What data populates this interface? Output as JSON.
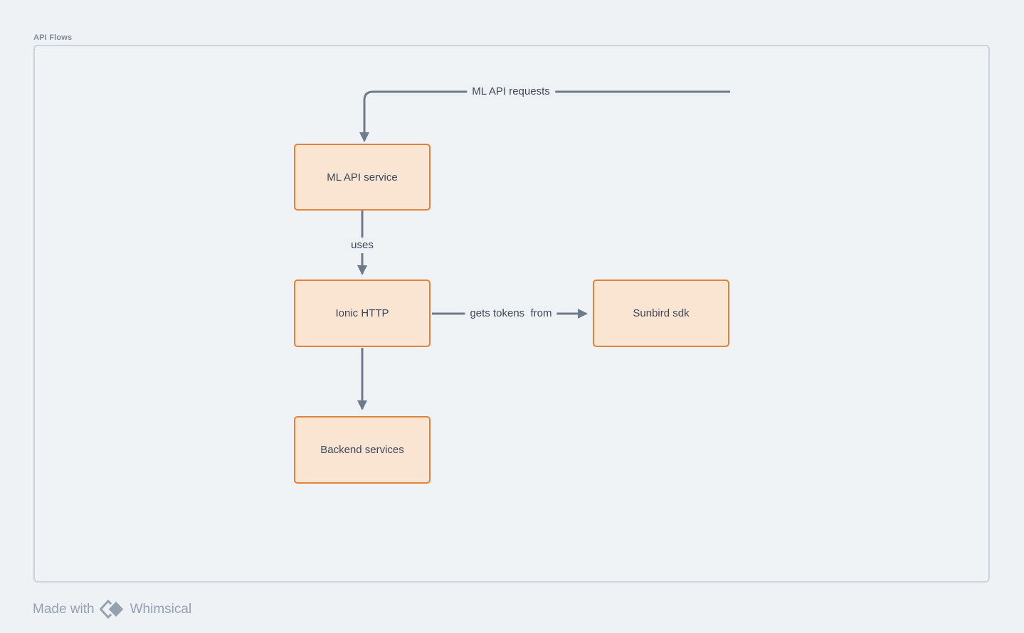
{
  "canvas": {
    "frame_label": "API Flows"
  },
  "nodes": [
    {
      "id": "ml-api-service",
      "label": "ML API service"
    },
    {
      "id": "ionic-http",
      "label": "Ionic HTTP"
    },
    {
      "id": "sunbird-sdk",
      "label": "Sunbird sdk"
    },
    {
      "id": "backend-services",
      "label": "Backend services"
    }
  ],
  "connectors": [
    {
      "from": "external",
      "to": "ml-api-service",
      "label": "ML API requests"
    },
    {
      "from": "ml-api-service",
      "to": "ionic-http",
      "label": "uses"
    },
    {
      "from": "ionic-http",
      "to": "sunbird-sdk",
      "label": "gets tokens  from"
    },
    {
      "from": "ionic-http",
      "to": "backend-services",
      "label": ""
    }
  ],
  "footer": {
    "made_with": "Made with",
    "brand": "Whimsical"
  },
  "colors": {
    "page_bg": "#eef2f5",
    "frame_border": "#c9d3de",
    "node_border": "#e0813c",
    "node_fill": "#fae5d3",
    "node_text": "#3d4758",
    "connector": "#6e7b8b",
    "footer_text": "#95a1b1",
    "frame_label_text": "#7d8a9c"
  }
}
